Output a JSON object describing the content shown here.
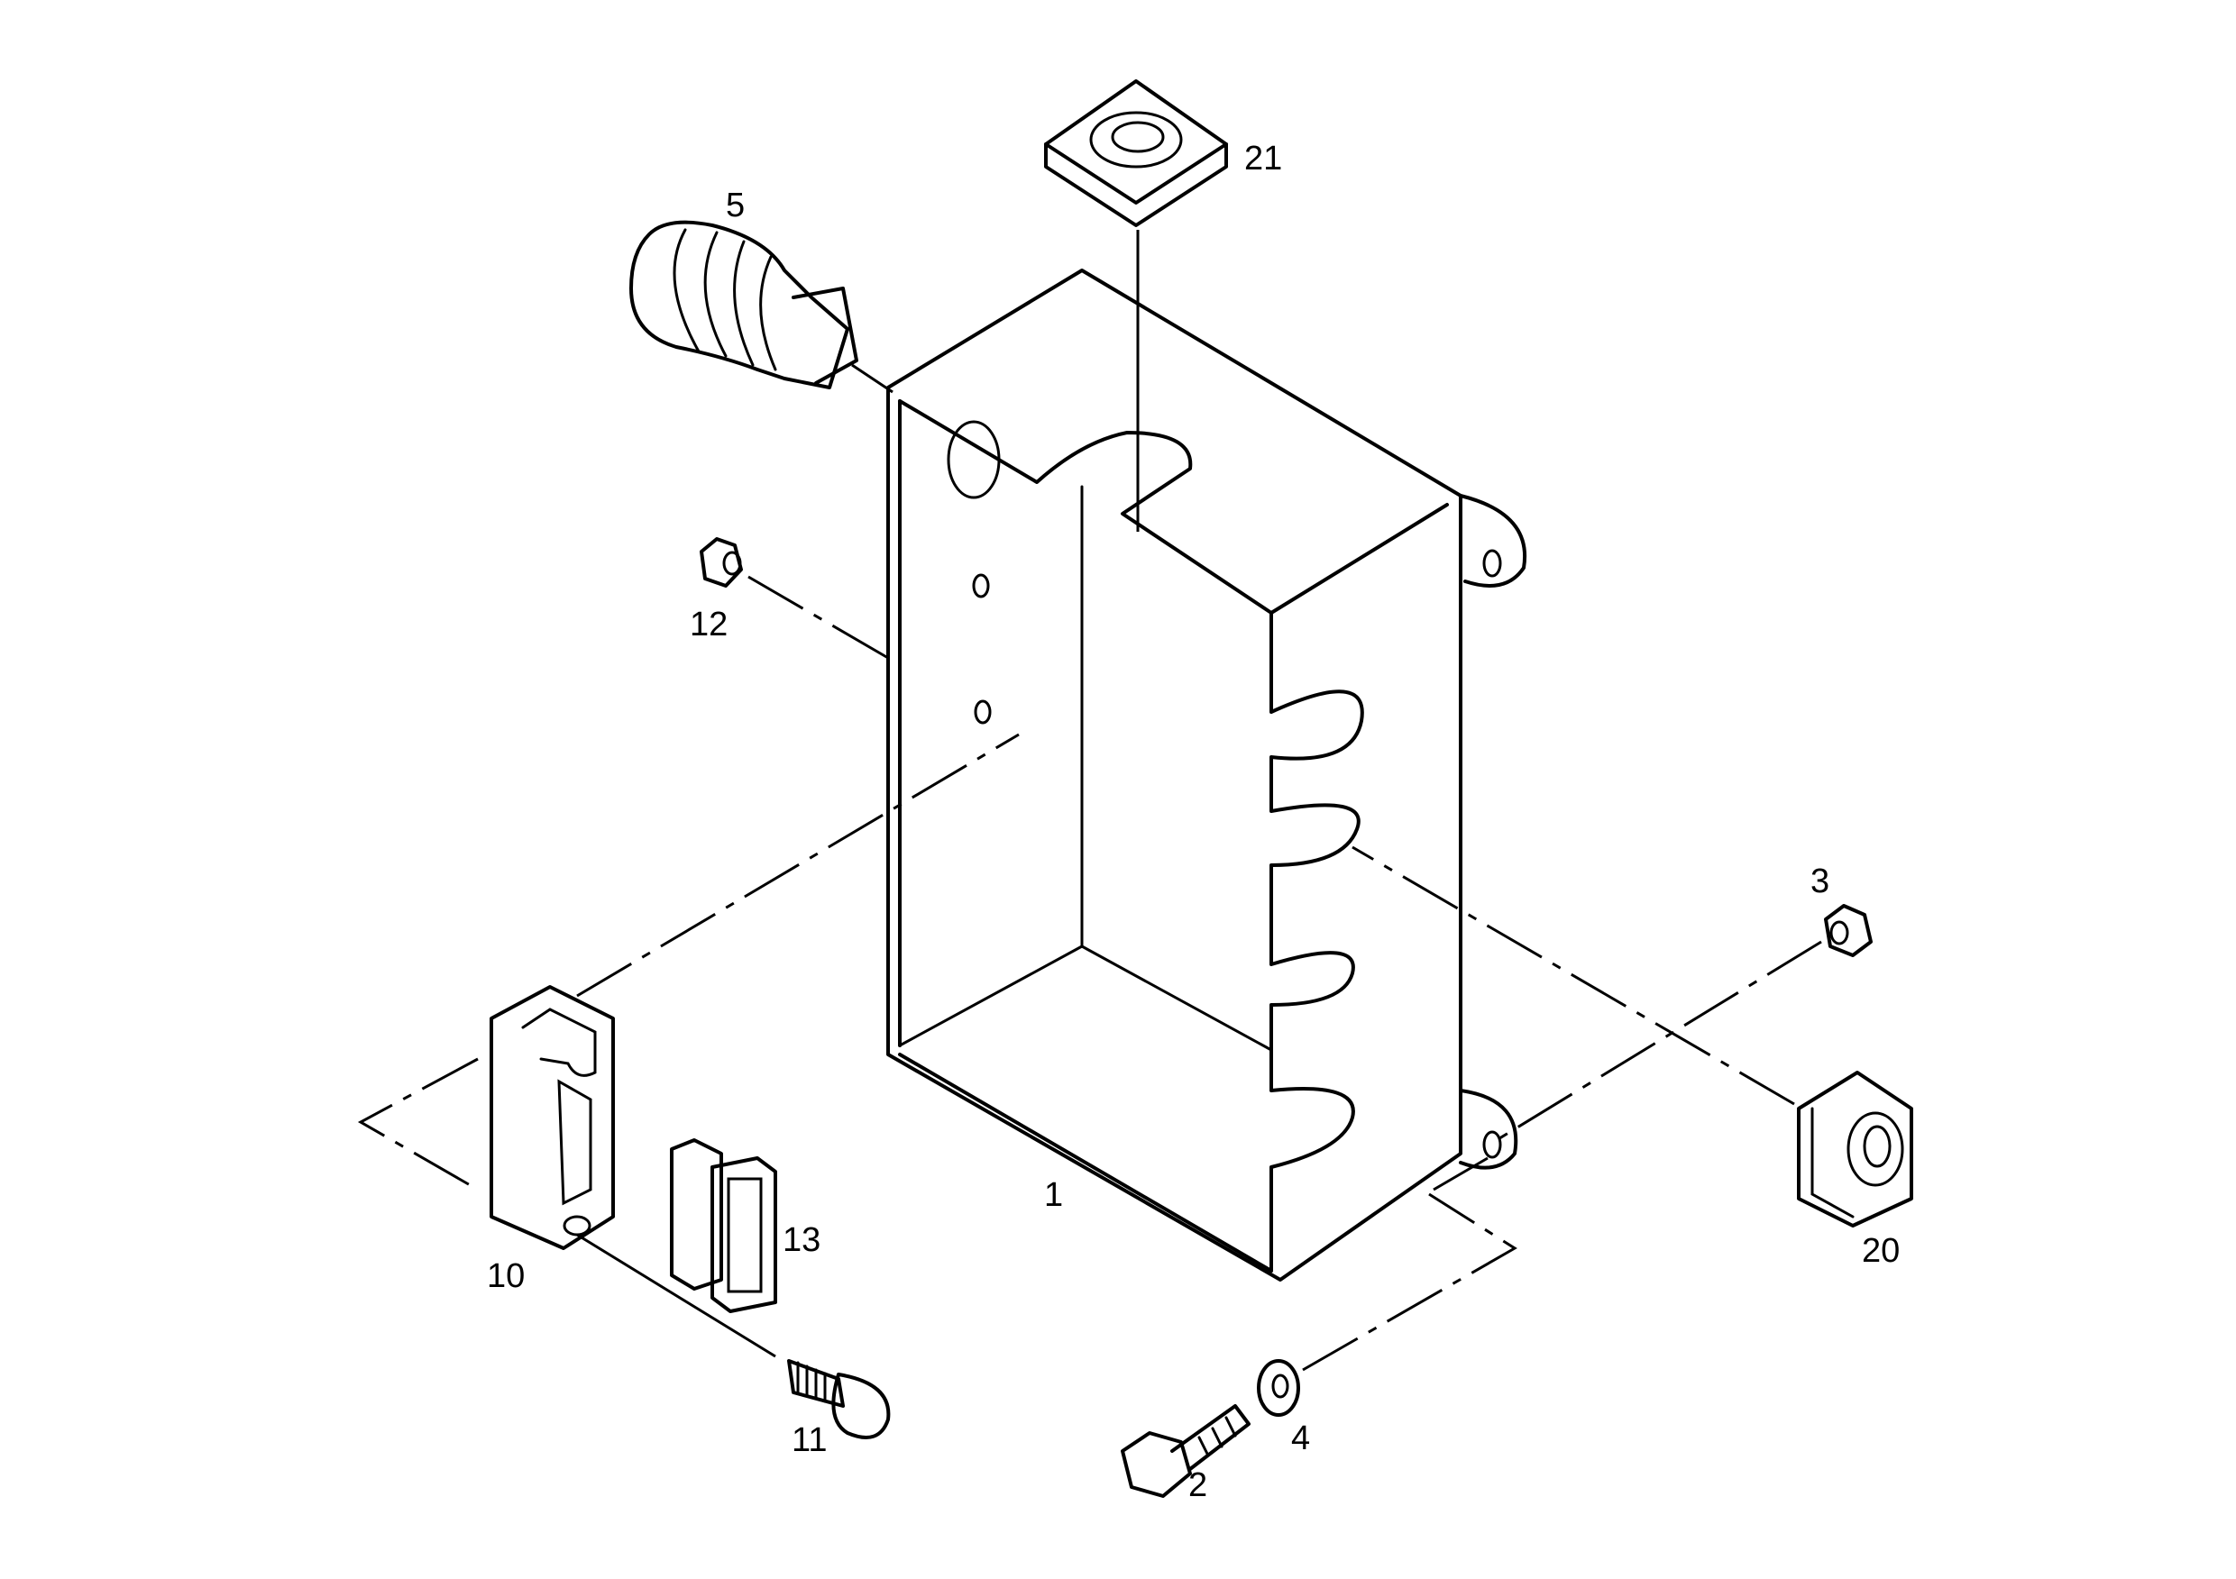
{
  "labels": {
    "p1": "1",
    "p2": "2",
    "p3": "3",
    "p4": "4",
    "p5": "5",
    "p10": "10",
    "p11": "11",
    "p12": "12",
    "p13": "13",
    "p20": "20",
    "p21": "21"
  },
  "colors": {
    "ink": "#000000",
    "paper": "#ffffff"
  }
}
